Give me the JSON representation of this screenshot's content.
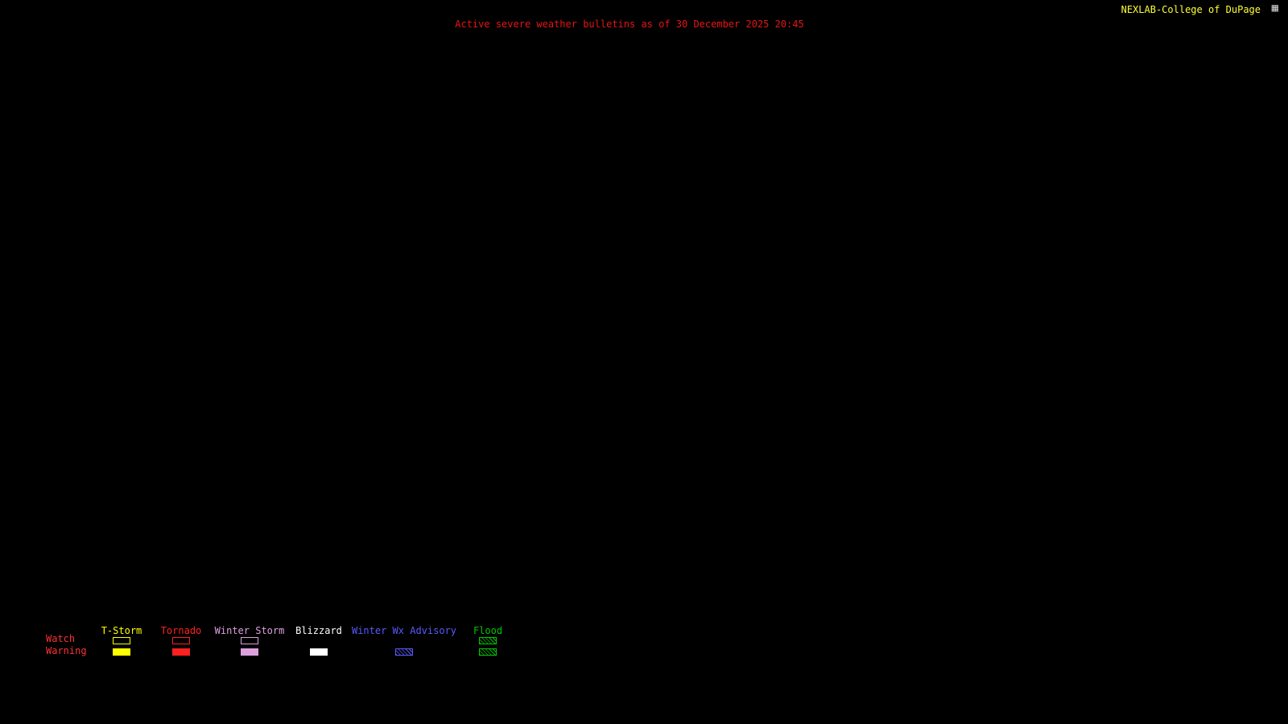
{
  "header": {
    "title": "Active severe weather bulletins as of 30 December 2025 20:45",
    "title_color": "#e81414",
    "brand": "NEXLAB-College of DuPage",
    "brand_color": "#ffff33",
    "logo_icon": "nexlab-logo"
  },
  "map": {
    "background_color": "#000000"
  },
  "legend": {
    "watch_label": "Watch",
    "warning_label": "Warning",
    "label_color": "#ff3030",
    "columns": [
      {
        "label": "T-Storm",
        "color": "#ffff00",
        "watch": "outline",
        "warning": "fill"
      },
      {
        "label": "Tornado",
        "color": "#ff2020",
        "watch": "outline",
        "warning": "fill"
      },
      {
        "label": "Winter Storm",
        "color": "#dda0dd",
        "watch": "outline",
        "warning": "fill"
      },
      {
        "label": "Blizzard",
        "color": "#ffffff",
        "watch": "none",
        "warning": "fill"
      },
      {
        "label": "Winter Wx Advisory",
        "color": "#5a5aff",
        "watch": "none",
        "warning": "hatch"
      },
      {
        "label": "Flood",
        "color": "#00c800",
        "watch": "hatch",
        "warning": "hatch"
      }
    ]
  }
}
